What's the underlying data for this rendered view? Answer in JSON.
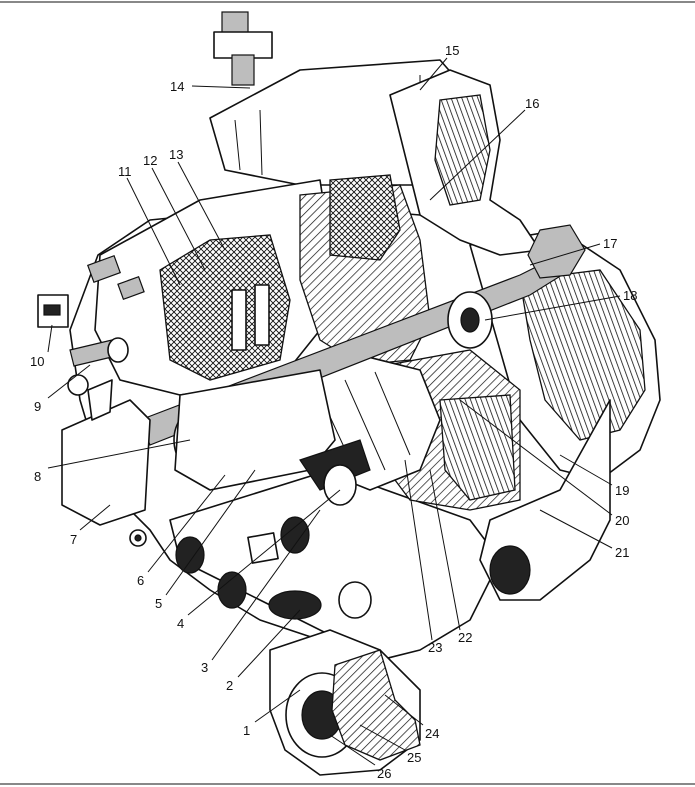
{
  "colors": {
    "ink": "#111111",
    "paper": "#ffffff",
    "shade": "#bdbdbd"
  },
  "callouts": [
    {
      "id": "1",
      "label": "1"
    },
    {
      "id": "2",
      "label": "2"
    },
    {
      "id": "3",
      "label": "3"
    },
    {
      "id": "4",
      "label": "4"
    },
    {
      "id": "5",
      "label": "5"
    },
    {
      "id": "6",
      "label": "6"
    },
    {
      "id": "7",
      "label": "7"
    },
    {
      "id": "8",
      "label": "8"
    },
    {
      "id": "9",
      "label": "9"
    },
    {
      "id": "10",
      "label": "10"
    },
    {
      "id": "11",
      "label": "11"
    },
    {
      "id": "12",
      "label": "12"
    },
    {
      "id": "13",
      "label": "13"
    },
    {
      "id": "14",
      "label": "14"
    },
    {
      "id": "15",
      "label": "15"
    },
    {
      "id": "16",
      "label": "16"
    },
    {
      "id": "17",
      "label": "17"
    },
    {
      "id": "18",
      "label": "18"
    },
    {
      "id": "19",
      "label": "19"
    },
    {
      "id": "20",
      "label": "20"
    },
    {
      "id": "21",
      "label": "21"
    },
    {
      "id": "22",
      "label": "22"
    },
    {
      "id": "23",
      "label": "23"
    },
    {
      "id": "24",
      "label": "24"
    },
    {
      "id": "25",
      "label": "25"
    },
    {
      "id": "26",
      "label": "26"
    }
  ]
}
